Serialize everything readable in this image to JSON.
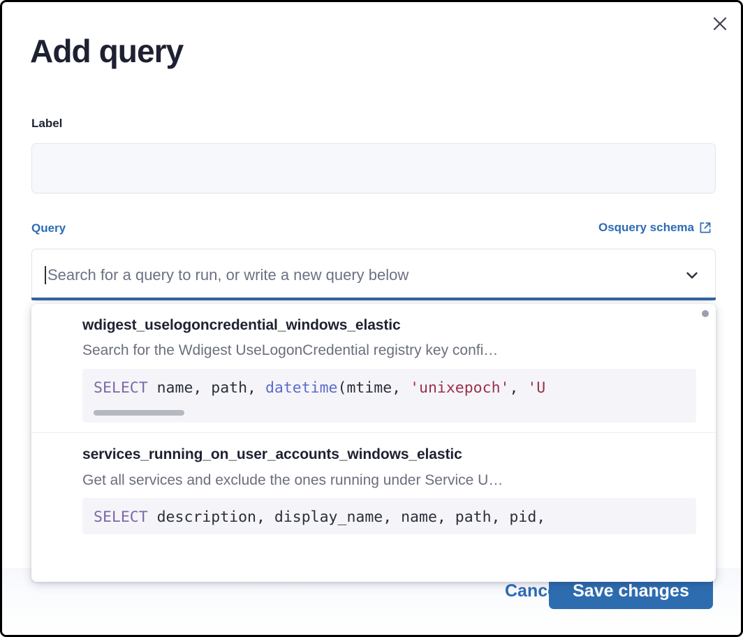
{
  "modal": {
    "title": "Add query",
    "close_icon": "close-icon"
  },
  "label_field": {
    "label": "Label",
    "value": "",
    "placeholder": ""
  },
  "query_field": {
    "label": "Query",
    "schema_link": "Osquery schema",
    "schema_link_icon": "external-link-icon",
    "search_placeholder": "Search for a query to run, or write a new query below",
    "chevron_icon": "chevron-down-icon"
  },
  "dropdown": {
    "options": [
      {
        "title": "wdigest_uselogoncredential_windows_elastic",
        "description": "Search for the Wdigest UseLogonCredential registry key confi…",
        "code_tokens": [
          {
            "text": "SELECT",
            "type": "keyword"
          },
          {
            "text": " name, path, ",
            "type": "plain"
          },
          {
            "text": "datetime",
            "type": "function"
          },
          {
            "text": "(mtime, ",
            "type": "plain"
          },
          {
            "text": "'unixepoch'",
            "type": "string"
          },
          {
            "text": ", ",
            "type": "plain"
          },
          {
            "text": "'U",
            "type": "string"
          }
        ],
        "code_text": "SELECT name, path, datetime(mtime, 'unixepoch', 'U",
        "has_scrollbar": true
      },
      {
        "title": "services_running_on_user_accounts_windows_elastic",
        "description": "Get all services and exclude the ones running under Service U…",
        "code_tokens": [
          {
            "text": "SELECT",
            "type": "keyword"
          },
          {
            "text": " description, display_name, name, path, pid,",
            "type": "plain"
          }
        ],
        "code_text": "SELECT description, display_name, name, path, pid,",
        "has_scrollbar": false
      }
    ]
  },
  "footer": {
    "cancel_label": "Cancel",
    "save_label": "Save changes"
  },
  "colors": {
    "accent_blue": "#2c6bb5",
    "primary_button": "#2e6cb0",
    "focus_bar": "#34659e",
    "title_text": "#1e2131",
    "muted_text": "#6a6f7e",
    "code_bg": "#f5f5f9",
    "keyword": "#7c68a8",
    "function": "#5b6ccb",
    "string": "#99304a"
  }
}
